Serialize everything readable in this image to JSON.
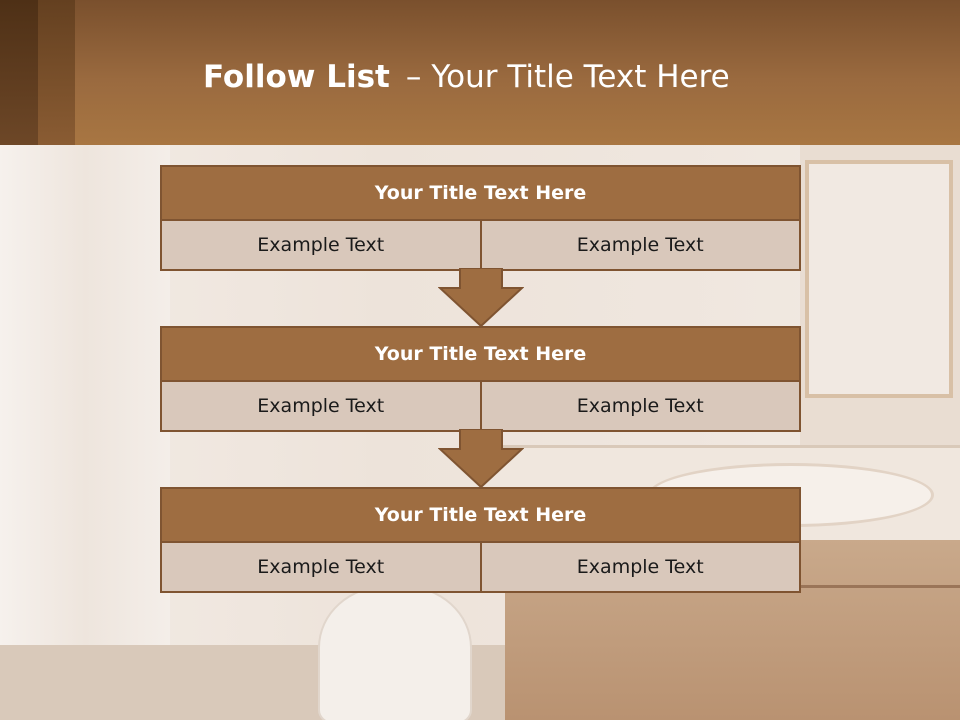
{
  "slide": {
    "title_bold": "Follow List",
    "title_dash": "–",
    "title_rest": "Your Title Text Here"
  },
  "steps": [
    {
      "title": "Your Title Text Here",
      "left": "Example Text",
      "right": "Example Text"
    },
    {
      "title": "Your Title Text Here",
      "left": "Example Text",
      "right": "Example Text"
    },
    {
      "title": "Your Title Text Here",
      "left": "Example Text",
      "right": "Example Text"
    }
  ],
  "colors": {
    "header": "#a87642",
    "box_title": "#9e6d41",
    "box_cell": "#d9c8bb",
    "border": "#7f5431"
  },
  "icons": [
    "down-arrow-icon"
  ]
}
